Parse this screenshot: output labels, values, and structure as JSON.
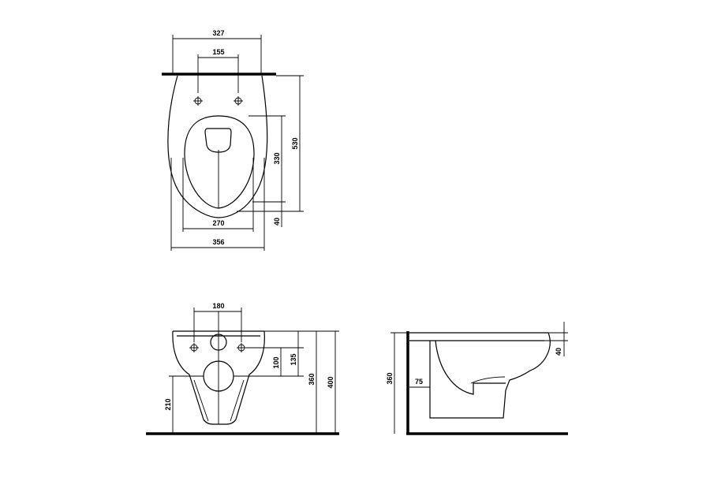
{
  "top_view": {
    "dim_width_total": "327",
    "dim_fixing_spacing": "155",
    "dim_length": "530",
    "dim_seat_length": "330",
    "dim_rim_offset": "40",
    "dim_seat_width": "270",
    "dim_bowl_width": "356"
  },
  "front_view": {
    "dim_fixing_spacing": "180",
    "dim_hole_height": "135",
    "dim_hole_offset": "100",
    "dim_rim_height": "360",
    "dim_total_height": "400",
    "dim_outlet_height": "210"
  },
  "side_view": {
    "dim_rim_height": "360",
    "dim_outlet_depth": "75",
    "dim_rim_thickness": "40"
  }
}
